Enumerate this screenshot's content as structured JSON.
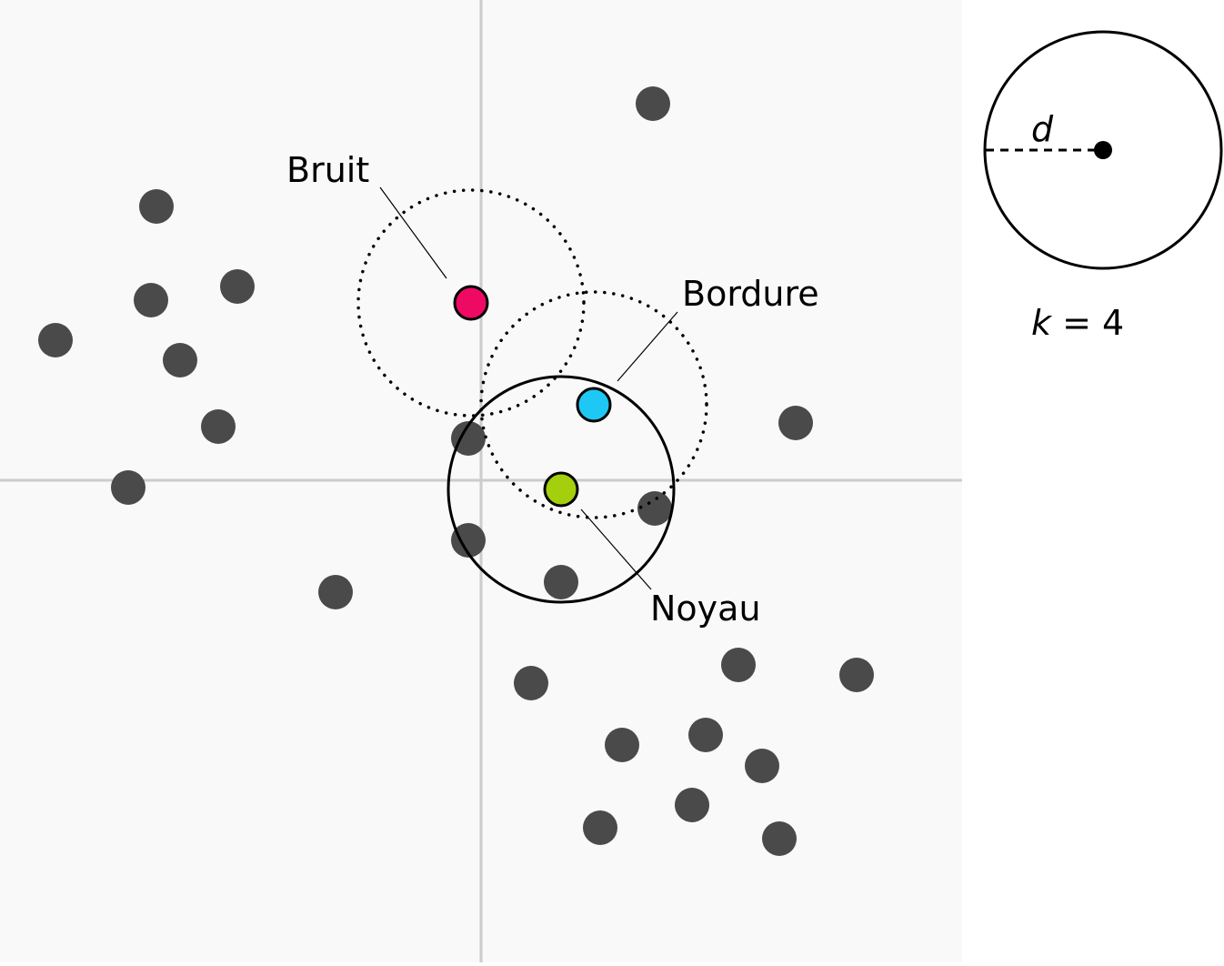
{
  "labels": {
    "noise": "Bruit",
    "border": "Bordure",
    "core": "Noyau"
  },
  "legend": {
    "radius_symbol": "d",
    "k_symbol": "k",
    "k_equals": " = 4"
  },
  "colors": {
    "plot_background": "#f9f9f9",
    "axis_lines": "#cccccc",
    "points": "#4a4a4a",
    "noise_point": "#ee0a62",
    "border_point": "#1ec8f4",
    "core_point": "#a4cf0c",
    "outline": "#000000"
  },
  "points": {
    "neighbourhood_kind": [
      "dotted",
      "dotted",
      "solid"
    ]
  }
}
